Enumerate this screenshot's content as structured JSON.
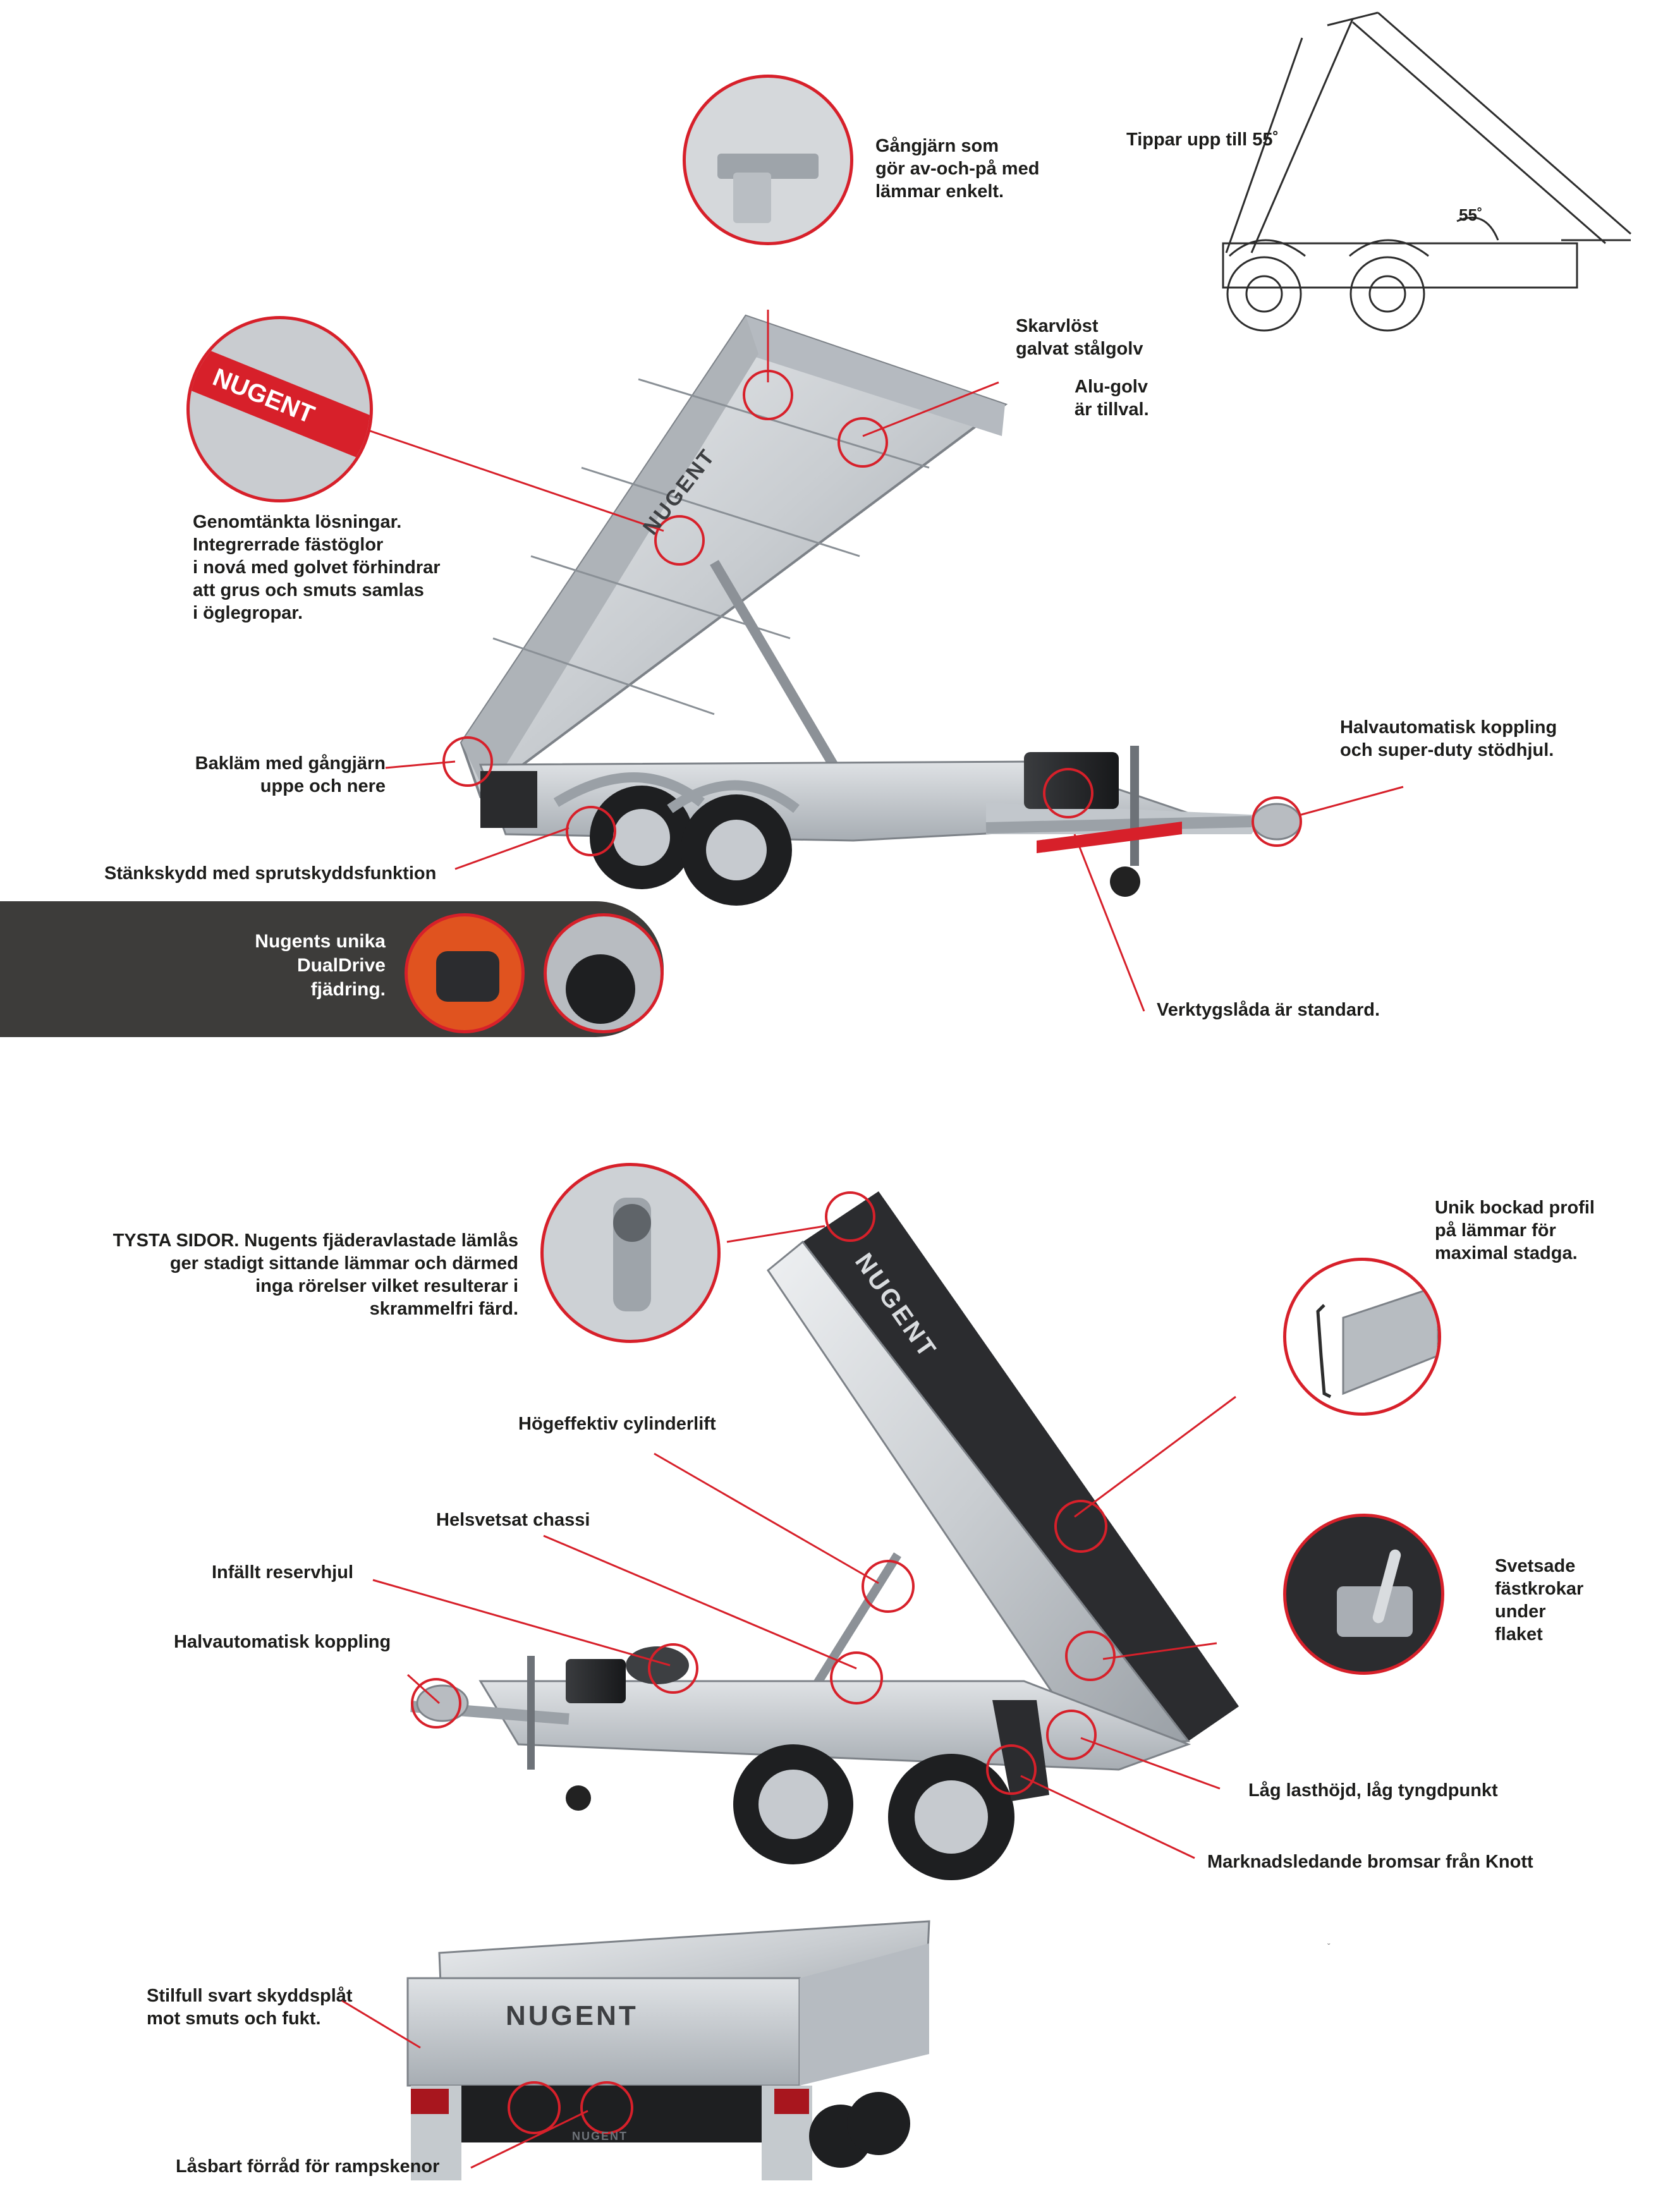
{
  "section1": {
    "hinge": "Gångjärn som\ngör av-och-på med\nlämmar enkelt.",
    "tilt": "Tippar upp till 55˚",
    "angle": "55˚",
    "floor": "Skarvlöst\ngalvat stålgolv",
    "alu": "Alu-golv\när tillval.",
    "thought": "Genomtänkta lösningar.\nIntegrerrade fästöglor\ni nová med golvet förhindrar\natt grus och smuts samlas\ni öglegropar.",
    "coupling": "Halvautomatisk koppling\noch super-duty stödhjul.",
    "rear_door": "Bakläm med gångjärn\nuppe och nere",
    "mudguard": "Stänkskydd med sprutskyddsfunktion",
    "toolbox": "Verktygslåda är standard.",
    "dualdrive": "Nugents unika\nDualDrive\nfjädring.",
    "brand_strap": "NUGENT",
    "brand_side": "NUGENT"
  },
  "section2": {
    "silent": "TYSTA SIDOR. Nugents fjäderavlastade lämlås\nger stadigt sittande lämmar och därmed\ninga rörelser vilket resulterar i\nskrammelfri färd.",
    "profile": "Unik bockad profil\npå lämmar för\nmaximal stadga.",
    "cylinder": "Högeffektiv cylinderlift",
    "chassis": "Helsvetsat chassi",
    "spare": "Infällt reservhjul",
    "coupling": "Halvautomatisk koppling",
    "hooks": "Svetsade\nfästkrokar\nunder\nflaket",
    "low": "Låg lasthöjd, låg tyngdpunkt",
    "brakes": "Marknadsledande bromsar från Knott",
    "brand": "NUGENT"
  },
  "section3": {
    "plate": "Stilfull svart skyddsplåt\nmot smuts och fukt.",
    "storage": "Låsbart förråd för rampskenor",
    "brand": "NUGENT",
    "brand_small": "NUGENT"
  },
  "stray_mark": "ˇ"
}
